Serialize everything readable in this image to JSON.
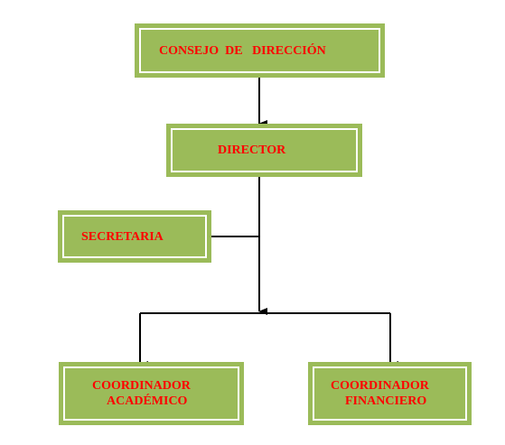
{
  "nodes": {
    "consejo": {
      "label": "CONSEJO  DE   DIRECCIÓN"
    },
    "director": {
      "label": "DIRECTOR"
    },
    "secretaria": {
      "label": "SECRETARIA"
    },
    "academico": {
      "line1": "COORDINADOR",
      "line2": "ACADÉMICO"
    },
    "financiero": {
      "line1": "COORDINADOR",
      "line2": "FINANCIERO"
    }
  },
  "colors": {
    "box_fill": "#9bbb59",
    "box_inner_border": "#ffffff",
    "text": "#ff0000",
    "connector": "#000000"
  },
  "icons": {
    "connector_arrowhead": "arrowhead-down-icon"
  }
}
